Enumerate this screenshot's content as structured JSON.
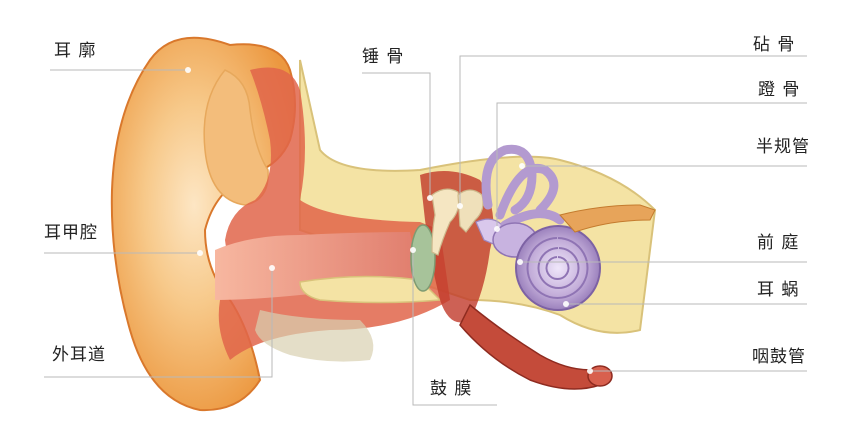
{
  "labels": {
    "auricle": "耳 廓",
    "concha_cavity": "耳甲腔",
    "ear_canal": "外耳道",
    "malleus": "锤  骨",
    "eardrum": "鼓  膜",
    "incus": "砧  骨",
    "stapes": "蹬 骨",
    "semicircular_canals": "半规管",
    "vestibule": "前  庭",
    "cochlea": "耳  蜗",
    "eustachian_tube": "咽鼓管"
  },
  "colors": {
    "skin_outer": "#f0a24c",
    "skin_light": "#f7c98a",
    "skin_highlight": "#fde6c4",
    "flesh": "#e0654a",
    "flesh_dark": "#b43a2a",
    "bone": "#f4e3a4",
    "bone_edge": "#d9c27a",
    "canal_pink": "#f3b7a4",
    "eardrum": "#a7c39a",
    "inner_purple": "#b39ad0",
    "inner_purple_light": "#d9c8ec",
    "leader": "#b9b9b9"
  }
}
